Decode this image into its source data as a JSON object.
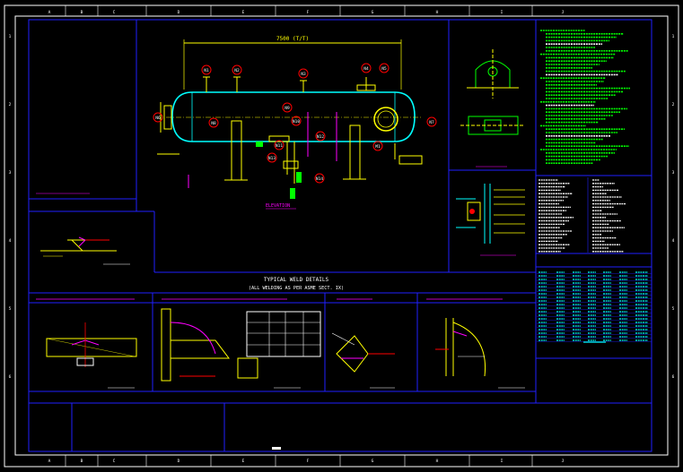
{
  "colors": {
    "background": "#000000",
    "frame": "#ffffff",
    "border": "#2020ff",
    "vessel": "#00ffff",
    "dimension": "#ffff00",
    "nozzle_tag": "#ff0000",
    "notes": "#00ff00",
    "highlight": "#ff00ff",
    "weld": "#ff00ff"
  },
  "grid_columns": [
    "A",
    "B",
    "C",
    "D",
    "E",
    "F",
    "G",
    "H",
    "I",
    "J"
  ],
  "grid_rows": [
    "1",
    "2",
    "3",
    "4",
    "5",
    "6"
  ],
  "main_view": {
    "overall_length": "7500 (T/T)",
    "nozzle_tags": [
      "N1",
      "N2",
      "N3",
      "N4",
      "N5",
      "N6",
      "N7",
      "N8",
      "N9",
      "N10",
      "N11",
      "N12",
      "N13",
      "N14",
      "M1"
    ]
  },
  "weld_details": {
    "title": "TYPICAL WELD DETAILS",
    "subtitle": "(ALL WELDING AS PER ASME SECT. IX)"
  }
}
